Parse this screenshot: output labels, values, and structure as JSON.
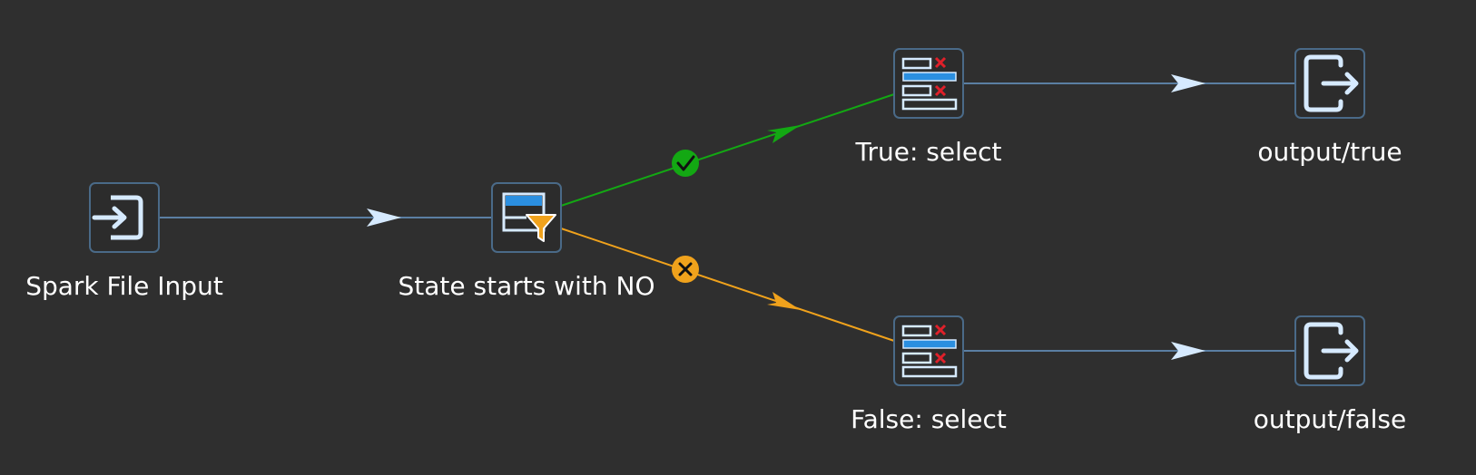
{
  "diagram": {
    "nodes": [
      {
        "id": "spark-file-input",
        "label": "Spark File Input",
        "icon": "spark-file-input-icon",
        "kind": "input"
      },
      {
        "id": "state-filter",
        "label": "State starts with NO",
        "icon": "filter-rows-icon",
        "kind": "filter"
      },
      {
        "id": "true-select",
        "label": "True: select",
        "icon": "select-values-icon",
        "kind": "select"
      },
      {
        "id": "false-select",
        "label": "False: select",
        "icon": "select-values-icon",
        "kind": "select"
      },
      {
        "id": "output-true",
        "label": "output/true",
        "icon": "output-icon",
        "kind": "output"
      },
      {
        "id": "output-false",
        "label": "output/false",
        "icon": "output-icon",
        "kind": "output"
      }
    ],
    "edges": [
      {
        "from": "spark-file-input",
        "to": "state-filter",
        "type": "normal"
      },
      {
        "from": "state-filter",
        "to": "true-select",
        "type": "true",
        "badge": "check-badge-icon"
      },
      {
        "from": "state-filter",
        "to": "false-select",
        "type": "false",
        "badge": "cross-badge-icon"
      },
      {
        "from": "true-select",
        "to": "output-true",
        "type": "normal"
      },
      {
        "from": "false-select",
        "to": "output-false",
        "type": "normal"
      }
    ]
  },
  "colors": {
    "background": "#2f2f2f",
    "node_border": "#4a6a88",
    "node_fill": "#2c2c2c",
    "edge_normal": "#5b7fa3",
    "edge_true": "#13a813",
    "edge_false": "#f0a21c",
    "icon_light": "#d6eaff",
    "icon_blue": "#2b8fe0",
    "icon_red": "#e0202a",
    "label": "#ffffff"
  }
}
